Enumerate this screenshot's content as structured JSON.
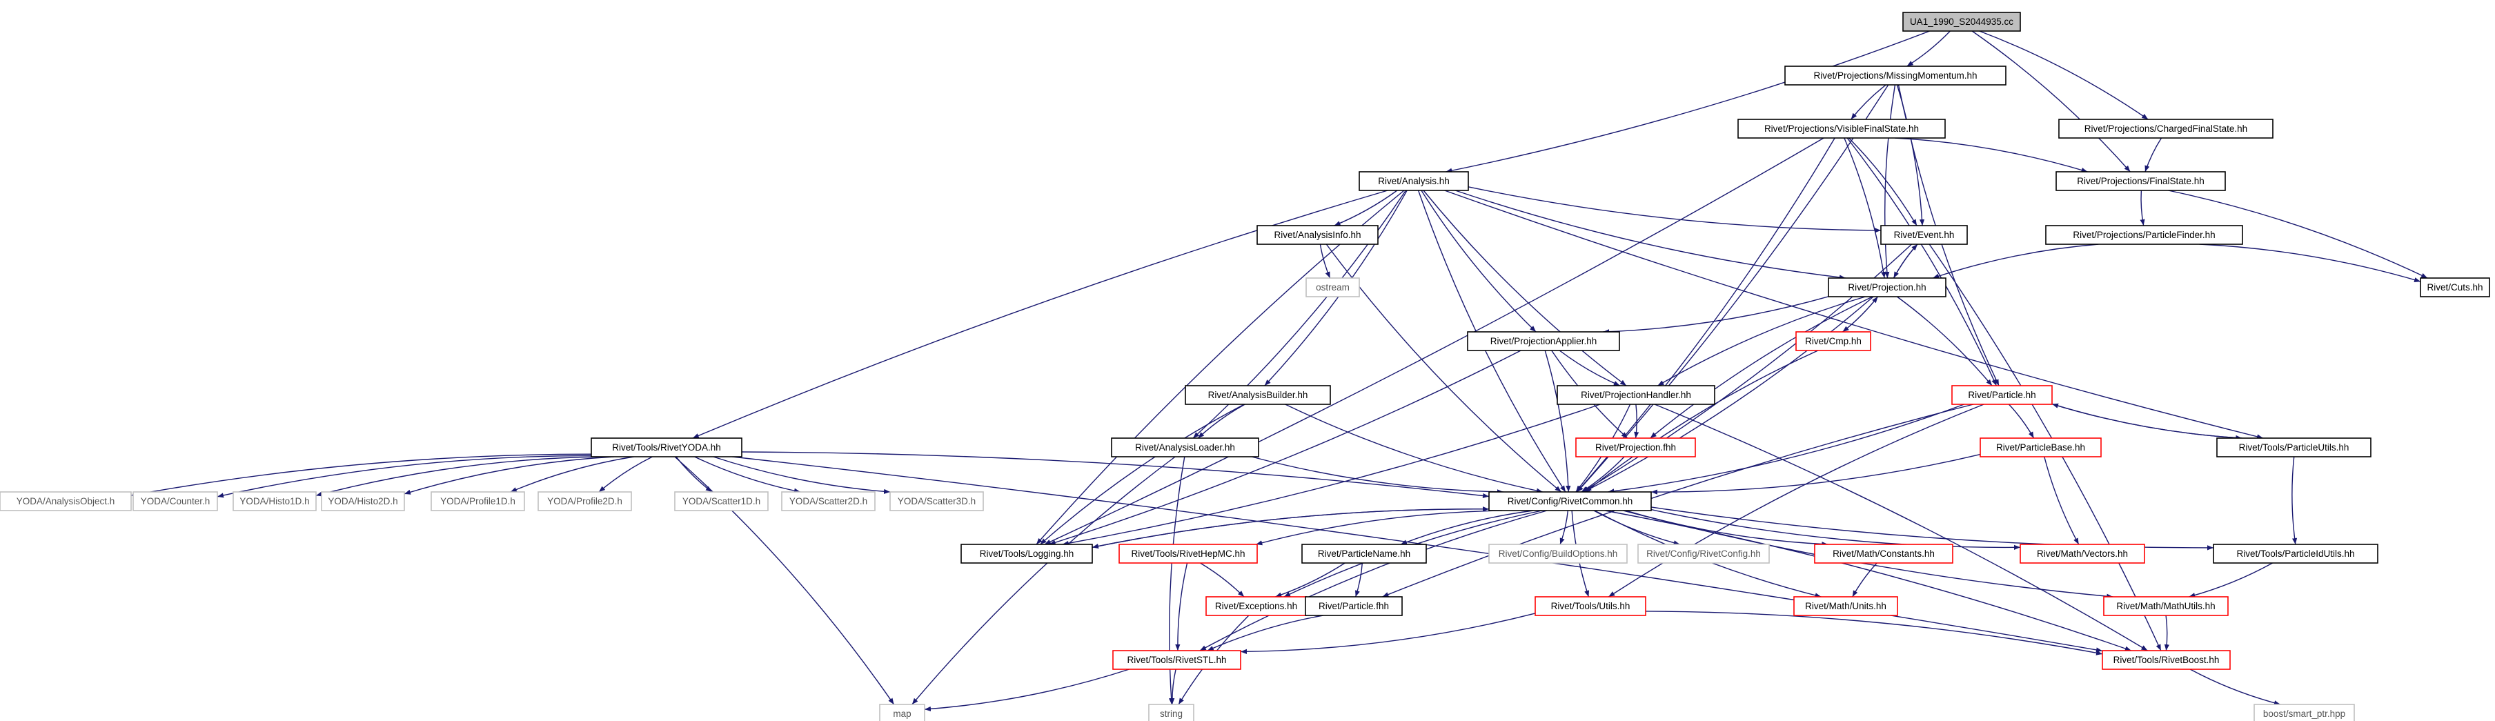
{
  "colors": {
    "edge": "#191970",
    "node_border_normal": "#000000",
    "node_border_truncated": "#ff0000",
    "node_border_external": "#bfbfbf",
    "root_fill": "#bfbfbf",
    "node_fill": "#ffffff",
    "text": "#000000",
    "external_text": "#555555"
  },
  "nodes": [
    {
      "id": "root",
      "label": "UA1_1990_S2044935.cc",
      "style": "root"
    },
    {
      "id": "missmom",
      "label": "Rivet/Projections/MissingMomentum.hh",
      "style": "normal"
    },
    {
      "id": "chfs",
      "label": "Rivet/Projections/ChargedFinalState.hh",
      "style": "normal"
    },
    {
      "id": "visfs",
      "label": "Rivet/Projections/VisibleFinalState.hh",
      "style": "normal"
    },
    {
      "id": "fs",
      "label": "Rivet/Projections/FinalState.hh",
      "style": "normal"
    },
    {
      "id": "analysis",
      "label": "Rivet/Analysis.hh",
      "style": "normal"
    },
    {
      "id": "partfinder",
      "label": "Rivet/Projections/ParticleFinder.hh",
      "style": "normal"
    },
    {
      "id": "event",
      "label": "Rivet/Event.hh",
      "style": "normal"
    },
    {
      "id": "ainfo",
      "label": "Rivet/AnalysisInfo.hh",
      "style": "normal"
    },
    {
      "id": "projection",
      "label": "Rivet/Projection.hh",
      "style": "normal"
    },
    {
      "id": "cuts",
      "label": "Rivet/Cuts.hh",
      "style": "normal"
    },
    {
      "id": "ostream",
      "label": "ostream",
      "style": "external"
    },
    {
      "id": "cmp",
      "label": "Rivet/Cmp.hh",
      "style": "truncated"
    },
    {
      "id": "projapplier",
      "label": "Rivet/ProjectionApplier.hh",
      "style": "normal"
    },
    {
      "id": "particle",
      "label": "Rivet/Particle.hh",
      "style": "truncated"
    },
    {
      "id": "abuilder",
      "label": "Rivet/AnalysisBuilder.hh",
      "style": "normal"
    },
    {
      "id": "projhandler",
      "label": "Rivet/ProjectionHandler.hh",
      "style": "normal"
    },
    {
      "id": "rivetyoda",
      "label": "Rivet/Tools/RivetYODA.hh",
      "style": "normal"
    },
    {
      "id": "aloader",
      "label": "Rivet/AnalysisLoader.hh",
      "style": "normal"
    },
    {
      "id": "projfhh",
      "label": "Rivet/Projection.fhh",
      "style": "truncated"
    },
    {
      "id": "partbase",
      "label": "Rivet/ParticleBase.hh",
      "style": "truncated"
    },
    {
      "id": "partutils",
      "label": "Rivet/Tools/ParticleUtils.hh",
      "style": "normal"
    },
    {
      "id": "yaobj",
      "label": "YODA/AnalysisObject.h",
      "style": "external"
    },
    {
      "id": "ycounter",
      "label": "YODA/Counter.h",
      "style": "external"
    },
    {
      "id": "yh1d",
      "label": "YODA/Histo1D.h",
      "style": "external"
    },
    {
      "id": "yh2d",
      "label": "YODA/Histo2D.h",
      "style": "external"
    },
    {
      "id": "yp1d",
      "label": "YODA/Profile1D.h",
      "style": "external"
    },
    {
      "id": "yp2d",
      "label": "YODA/Profile2D.h",
      "style": "external"
    },
    {
      "id": "ys1d",
      "label": "YODA/Scatter1D.h",
      "style": "external"
    },
    {
      "id": "ys2d",
      "label": "YODA/Scatter2D.h",
      "style": "external"
    },
    {
      "id": "ys3d",
      "label": "YODA/Scatter3D.h",
      "style": "external"
    },
    {
      "id": "common",
      "label": "Rivet/Config/RivetCommon.hh",
      "style": "normal"
    },
    {
      "id": "logging",
      "label": "Rivet/Tools/Logging.hh",
      "style": "normal"
    },
    {
      "id": "hepmc",
      "label": "Rivet/Tools/RivetHepMC.hh",
      "style": "truncated"
    },
    {
      "id": "partname",
      "label": "Rivet/ParticleName.hh",
      "style": "normal"
    },
    {
      "id": "buildopts",
      "label": "Rivet/Config/BuildOptions.hh",
      "style": "external"
    },
    {
      "id": "rconfig",
      "label": "Rivet/Config/RivetConfig.hh",
      "style": "external"
    },
    {
      "id": "mconst",
      "label": "Rivet/Math/Constants.hh",
      "style": "truncated"
    },
    {
      "id": "vectors",
      "label": "Rivet/Math/Vectors.hh",
      "style": "truncated"
    },
    {
      "id": "pidutils",
      "label": "Rivet/Tools/ParticleIdUtils.hh",
      "style": "normal"
    },
    {
      "id": "exceptions",
      "label": "Rivet/Exceptions.hh",
      "style": "truncated"
    },
    {
      "id": "particlefhh",
      "label": "Rivet/Particle.fhh",
      "style": "normal"
    },
    {
      "id": "utils",
      "label": "Rivet/Tools/Utils.hh",
      "style": "truncated"
    },
    {
      "id": "units",
      "label": "Rivet/Math/Units.hh",
      "style": "truncated"
    },
    {
      "id": "mathutils",
      "label": "Rivet/Math/MathUtils.hh",
      "style": "truncated"
    },
    {
      "id": "stl",
      "label": "Rivet/Tools/RivetSTL.hh",
      "style": "truncated"
    },
    {
      "id": "boost",
      "label": "Rivet/Tools/RivetBoost.hh",
      "style": "truncated"
    },
    {
      "id": "map",
      "label": "map",
      "style": "external"
    },
    {
      "id": "string",
      "label": "string",
      "style": "external"
    },
    {
      "id": "smartptr",
      "label": "boost/smart_ptr.hpp",
      "style": "external"
    }
  ]
}
